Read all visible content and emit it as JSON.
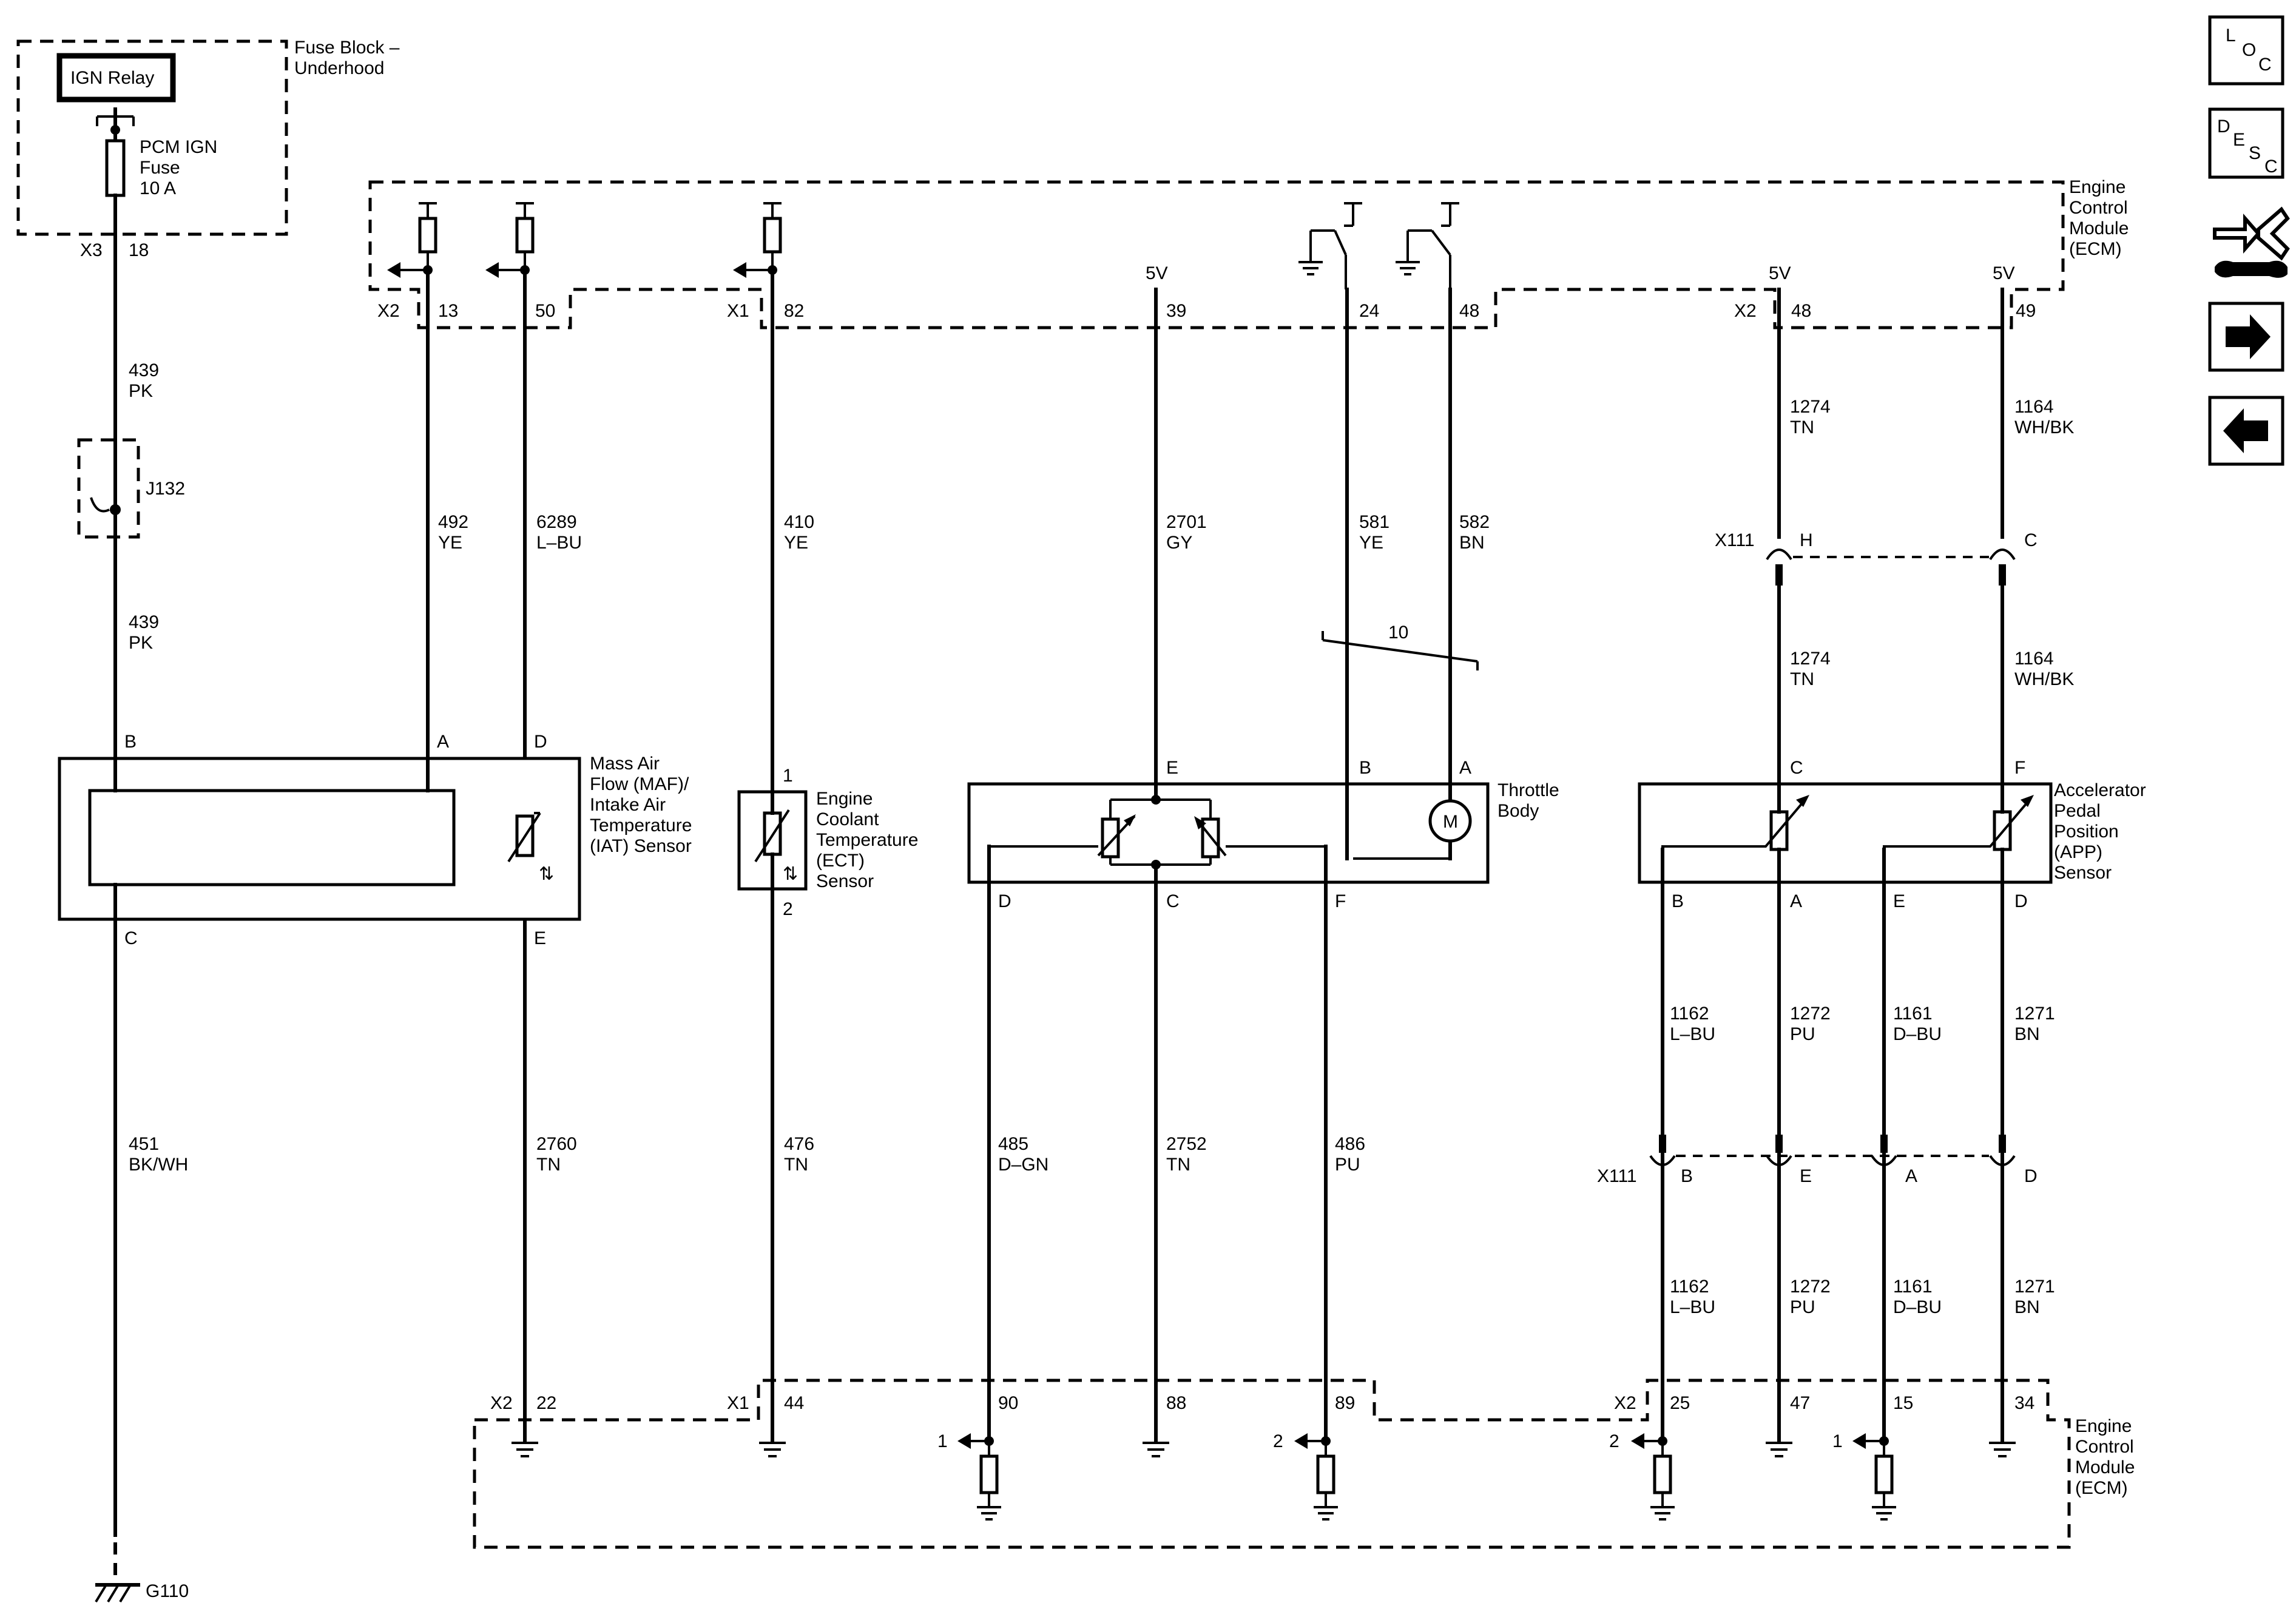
{
  "fuse_block": {
    "title": "Fuse Block –",
    "title2": "Underhood",
    "relay": "IGN Relay",
    "fuse_l1": "PCM IGN",
    "fuse_l2": "Fuse",
    "fuse_l3": "10 A",
    "conn": "X3",
    "pin": "18"
  },
  "ecm_top": {
    "l1": "Engine",
    "l2": "Control",
    "l3": "Module",
    "l4": "(ECM)",
    "x2a": "X2",
    "p13": "13",
    "p50": "50",
    "x1a": "X1",
    "p82": "82",
    "v5a": "5V",
    "p39": "39",
    "p24": "24",
    "p48a": "48",
    "x2b": "X2",
    "v5b": "5V",
    "p48b": "48",
    "v5c": "5V",
    "p49": "49"
  },
  "ecm_bottom": {
    "l1": "Engine",
    "l2": "Control",
    "l3": "Module",
    "l4": "(ECM)",
    "x2a": "X2",
    "p22": "22",
    "x1": "X1",
    "p44": "44",
    "p90": "90",
    "p88": "88",
    "p89": "89",
    "x2b": "X2",
    "p25": "25",
    "p47": "47",
    "p15": "15",
    "p34": "34",
    "n1a": "1",
    "n2a": "2",
    "n2b": "2",
    "n1b": "1"
  },
  "wires": {
    "w439a_n": "439",
    "w439a_c": "PK",
    "splice": "J132",
    "w439b_n": "439",
    "w439b_c": "PK",
    "w451_n": "451",
    "w451_c": "BK/WH",
    "w492_n": "492",
    "w492_c": "YE",
    "w6289_n": "6289",
    "w6289_c": "L–BU",
    "w2760_n": "2760",
    "w2760_c": "TN",
    "w410_n": "410",
    "w410_c": "YE",
    "w476_n": "476",
    "w476_c": "TN",
    "w2701_n": "2701",
    "w2701_c": "GY",
    "w581_n": "581",
    "w581_c": "YE",
    "w582_n": "582",
    "w582_c": "BN",
    "twist": "10",
    "w485_n": "485",
    "w485_c": "D–GN",
    "w2752_n": "2752",
    "w2752_c": "TN",
    "w486_n": "486",
    "w486_c": "PU",
    "w1274a_n": "1274",
    "w1274a_c": "TN",
    "w1164a_n": "1164",
    "w1164a_c": "WH/BK",
    "w1274b_n": "1274",
    "w1274b_c": "TN",
    "w1164b_n": "1164",
    "w1164b_c": "WH/BK",
    "w1162a_n": "1162",
    "w1162a_c": "L–BU",
    "w1272a_n": "1272",
    "w1272a_c": "PU",
    "w1161a_n": "1161",
    "w1161a_c": "D–BU",
    "w1271a_n": "1271",
    "w1271a_c": "BN",
    "w1162b_n": "1162",
    "w1162b_c": "L–BU",
    "w1272b_n": "1272",
    "w1272b_c": "PU",
    "w1161b_n": "1161",
    "w1161b_c": "D–BU",
    "w1271b_n": "1271",
    "w1271b_c": "BN"
  },
  "connectors": {
    "x111_top": "X111",
    "x111_h": "H",
    "x111_c": "C",
    "x111_bot": "X111",
    "x111_b": "B",
    "x111_e": "E",
    "x111_a": "A",
    "x111_d": "D"
  },
  "maf": {
    "l1": "Mass Air",
    "l2": "Flow (MAF)/",
    "l3": "Intake Air",
    "l4": "Temperature",
    "l5": "(IAT) Sensor",
    "pB": "B",
    "pA": "A",
    "pD": "D",
    "pC": "C",
    "pE": "E"
  },
  "ect": {
    "l1": "Engine",
    "l2": "Coolant",
    "l3": "Temperature",
    "l4": "(ECT)",
    "l5": "Sensor",
    "p1": "1",
    "p2": "2"
  },
  "throttle": {
    "l1": "Throttle",
    "l2": "Body",
    "pE": "E",
    "pB": "B",
    "pA": "A",
    "pD": "D",
    "pC": "C",
    "pF": "F",
    "motor": "M"
  },
  "app": {
    "l1": "Accelerator",
    "l2": "Pedal",
    "l3": "Position",
    "l4": "(APP)",
    "l5": "Sensor",
    "pC": "C",
    "pF": "F",
    "pB": "B",
    "pA": "A",
    "pE": "E",
    "pD": "D"
  },
  "ground": {
    "label": "G110"
  },
  "nav": {
    "loc_l": "L",
    "loc_o": "O",
    "loc_c": "C",
    "desc_d": "D",
    "desc_e": "E",
    "desc_s": "S",
    "desc_c": "C",
    "connector_icon": "connector-tool-icon",
    "next_icon": "arrow-right-icon",
    "prev_icon": "arrow-left-icon"
  }
}
